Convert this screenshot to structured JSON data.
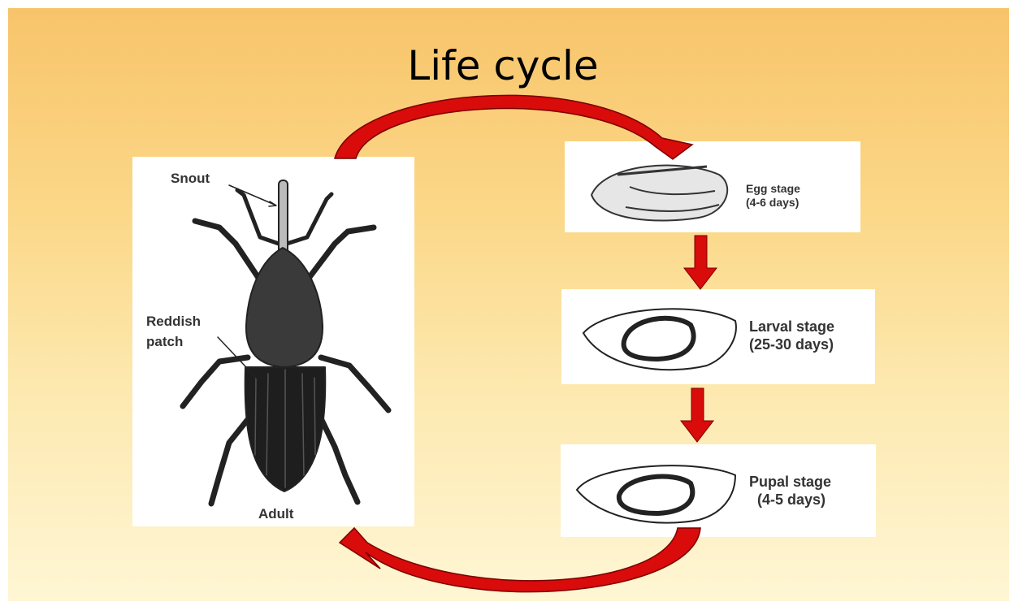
{
  "title": "Life cycle",
  "adult": {
    "snout_label": "Snout",
    "patch_label_line1": "Reddish",
    "patch_label_line2": "patch",
    "caption": "Adult"
  },
  "stages": [
    {
      "name": "Egg stage",
      "duration": "(4-6 days)"
    },
    {
      "name": "Larval stage",
      "duration": "(25-30 days)"
    },
    {
      "name": "Pupal stage",
      "duration": "(4-5 days)"
    }
  ],
  "colors": {
    "arrow": "#d90b0b",
    "background_top": "#f8c46a",
    "background_bottom": "#fef6d4"
  }
}
